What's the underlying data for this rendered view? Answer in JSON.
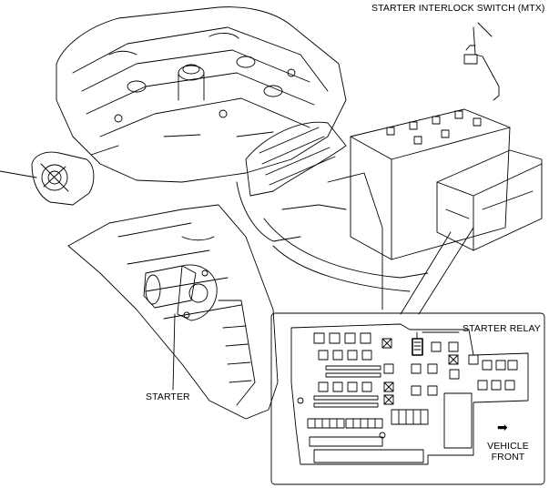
{
  "labels": {
    "interlock_switch": "STARTER INTERLOCK SWITCH (MTX)",
    "starter_relay": "STARTER RELAY",
    "starter": "STARTER",
    "vehicle": "VEHICLE",
    "front": "FRONT"
  },
  "icons": {
    "direction": "right-arrow-icon"
  },
  "colors": {
    "line": "#000000",
    "background": "#ffffff"
  }
}
